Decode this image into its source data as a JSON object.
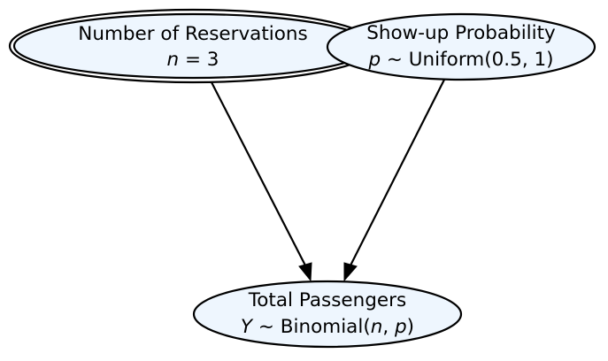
{
  "diagram": {
    "nodes": [
      {
        "id": "reservations",
        "title": "Number of Reservations",
        "formula": [
          {
            "t": "n",
            "italic": true
          },
          {
            "t": " = 3",
            "italic": false
          }
        ],
        "observed": true
      },
      {
        "id": "showup",
        "title": "Show-up Probability",
        "formula": [
          {
            "t": "p",
            "italic": true
          },
          {
            "t": " ~ Uniform(0.5, 1)",
            "italic": false
          }
        ],
        "observed": false
      },
      {
        "id": "passengers",
        "title": "Total Passengers",
        "formula": [
          {
            "t": "Y",
            "italic": true
          },
          {
            "t": " ~ Binomial(",
            "italic": false
          },
          {
            "t": "n",
            "italic": true
          },
          {
            "t": ", ",
            "italic": false
          },
          {
            "t": "p",
            "italic": true
          },
          {
            "t": ")",
            "italic": false
          }
        ],
        "observed": false
      }
    ],
    "edges": [
      {
        "from": "reservations",
        "to": "passengers"
      },
      {
        "from": "showup",
        "to": "passengers"
      }
    ]
  }
}
